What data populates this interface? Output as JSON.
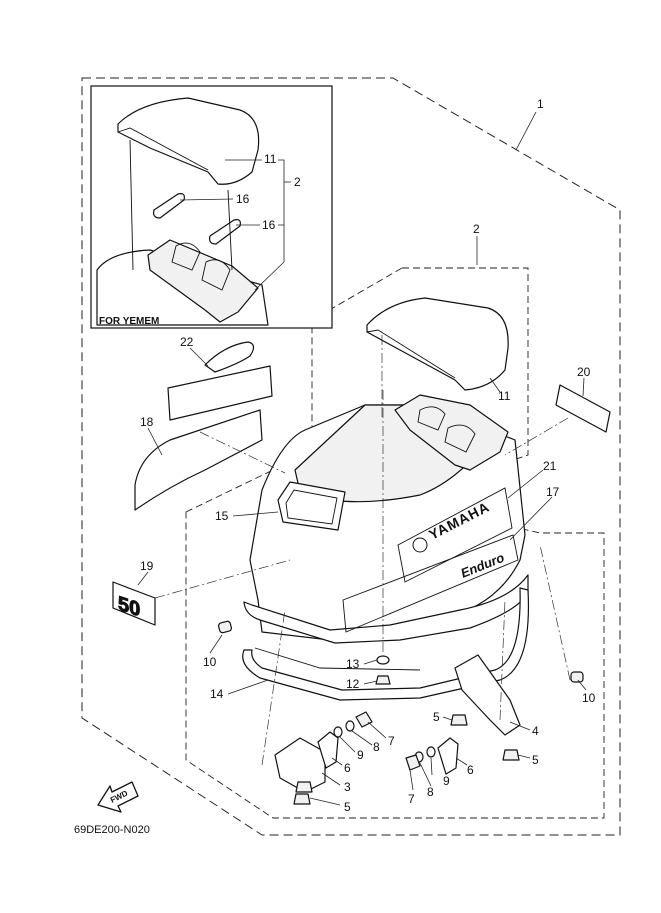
{
  "callouts": {
    "c1": "1",
    "c2_top": "2",
    "c2_inset": "2",
    "c11_inset": "11",
    "c16_a": "16",
    "c16_b": "16",
    "c11": "11",
    "c20": "20",
    "c21": "21",
    "c17": "17",
    "c22": "22",
    "c18": "18",
    "c15": "15",
    "c19": "19",
    "c10_left": "10",
    "c10_right": "10",
    "c13": "13",
    "c12": "12",
    "c14": "14",
    "c7_left": "7",
    "c7_right": "7",
    "c8_left": "8",
    "c8_right": "8",
    "c9_left": "9",
    "c9_right": "9",
    "c6_left": "6",
    "c6_right": "6",
    "c3": "3",
    "c4": "4",
    "c5_top_right": "5",
    "c5_right": "5",
    "c5_top_left": "5",
    "c5_bottom": "5"
  },
  "inset": {
    "label": "FOR YEMEM"
  },
  "cowl": {
    "brand": "YAMAHA",
    "model": "Enduro",
    "decal_number": "50"
  },
  "fwd_arrow": {
    "label": "FWD"
  },
  "diagram_code": "69DE200-N020"
}
